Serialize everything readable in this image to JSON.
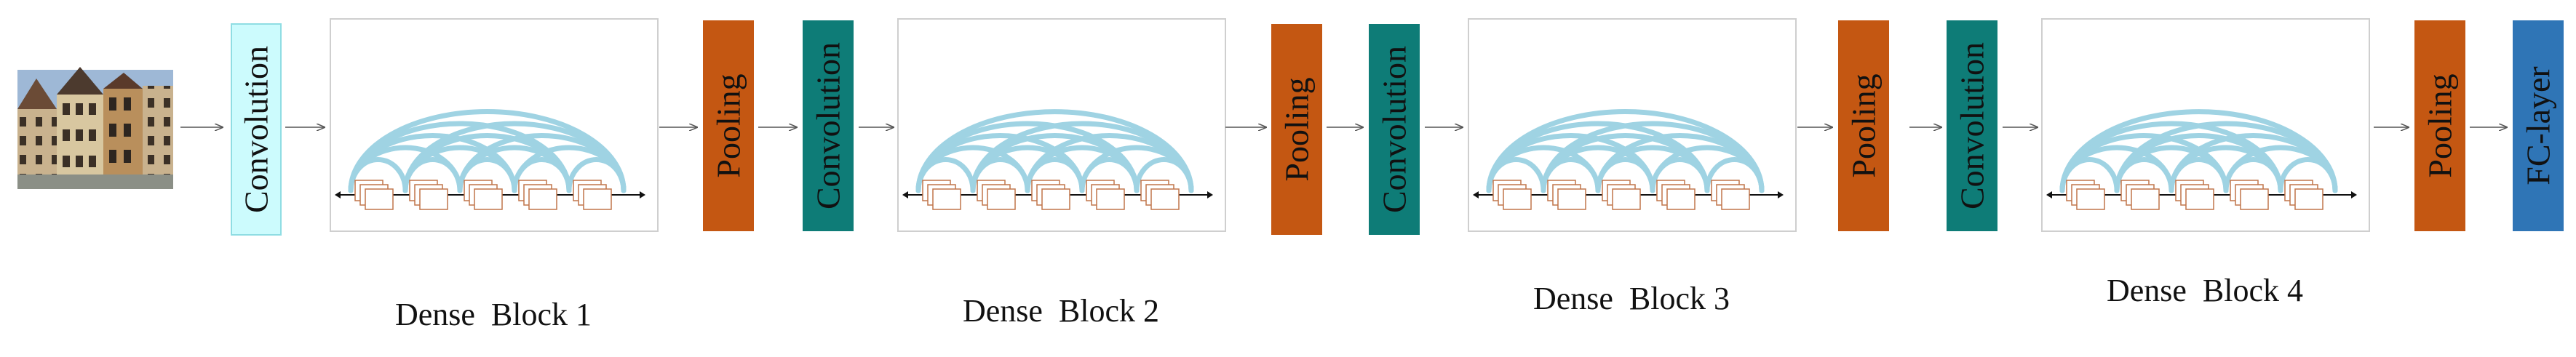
{
  "diagram": {
    "input_image": "input-photo-of-houses",
    "convolution_label": "Convolution",
    "pooling_label": "Pooling",
    "fc_label": "FC-layer",
    "blocks": [
      {
        "caption": "Dense  Block 1"
      },
      {
        "caption": "Dense  Block 2"
      },
      {
        "caption": "Dense  Block 3"
      },
      {
        "caption": "Dense  Block 4"
      }
    ],
    "colors": {
      "convolution_first": "#ccfbfd",
      "convolution": "#0e7c77",
      "pooling": "#c45712",
      "fc_layer": "#2f75b6",
      "skip_arcs": "#9fd3e3",
      "feature_map_border": "#c0754a",
      "arrow": "#555555",
      "block_border": "#cfcfcf"
    }
  }
}
